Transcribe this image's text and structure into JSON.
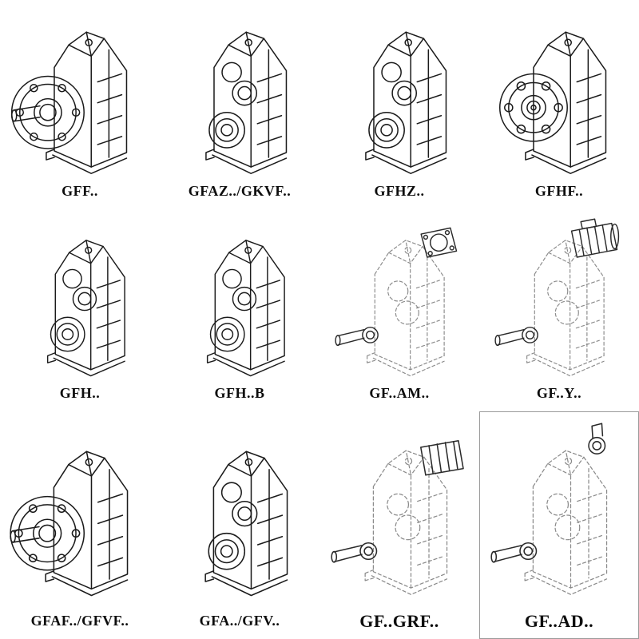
{
  "page": {
    "background": "#ffffff",
    "line_color": "#1b1b1b",
    "dashed_line_color": "#8a8a8a",
    "description": "Catalog sheet of parallel shaft helical gear unit model variants, 4 x 3 grid of technical line drawings with model designations"
  },
  "items": [
    {
      "label": "GFF..",
      "drawing": "gearbox-output-flange-with-shaft"
    },
    {
      "label": "GFAZ../GKVF..",
      "drawing": "gearbox-hollow-shaft-bores"
    },
    {
      "label": "GFHZ..",
      "drawing": "gearbox-hollow-shaft-bores"
    },
    {
      "label": "GFHF..",
      "drawing": "gearbox-front-flange-hollow"
    },
    {
      "label": "GFH..",
      "drawing": "gearbox-hollow-shaft-bores"
    },
    {
      "label": "GFH..B",
      "drawing": "gearbox-hollow-shaft-bores-bearing"
    },
    {
      "label": "GF..AM..",
      "drawing": "gearbox-dashed-with-iec-adapter-flange"
    },
    {
      "label": "GF..Y..",
      "drawing": "gearbox-dashed-with-motor"
    },
    {
      "label": "GFAF../GFVF..",
      "drawing": "gearbox-output-flange-with-shaft"
    },
    {
      "label": "GFA../GFV..",
      "drawing": "gearbox-hollow-shaft-bores"
    },
    {
      "label": "GF..GRF..",
      "drawing": "gearbox-dashed-with-finned-input-unit"
    },
    {
      "label": "GF..AD..",
      "drawing": "gearbox-dashed-with-top-input-shaft"
    }
  ]
}
